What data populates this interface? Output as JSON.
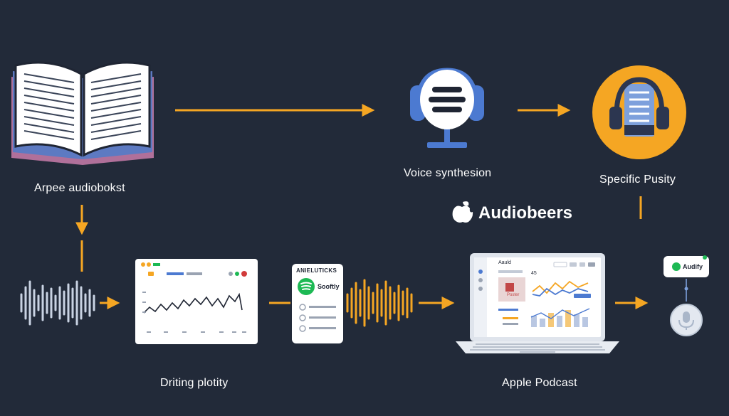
{
  "labels": {
    "source_book": "Arpee audiobokst",
    "voice_synthesis": "Voice synthesion",
    "specific_purity": "Specific Pusity",
    "brand": "Audiobeers",
    "drafting": "Driting plotity",
    "apple_podcast": "Apple Podcast"
  },
  "spotify_card": {
    "header": "ANIELUTICKS",
    "name": "Sooftly"
  },
  "laptop_screen": {
    "title": "Aauld",
    "thumb_label": "Poster",
    "side_value": "45"
  },
  "audify": {
    "label": "Audify"
  },
  "colors": {
    "background": "#222a39",
    "accent": "#f5a623",
    "mic_blue": "#4c7ad1",
    "spotify_green": "#1db954",
    "waveform_light": "#c9d3e3"
  },
  "icons": [
    "open-book-icon",
    "microphone-headset-icon",
    "headphones-book-icon",
    "apple-logo-icon",
    "spotify-icon",
    "laptop-icon",
    "voice-mic-icon"
  ]
}
